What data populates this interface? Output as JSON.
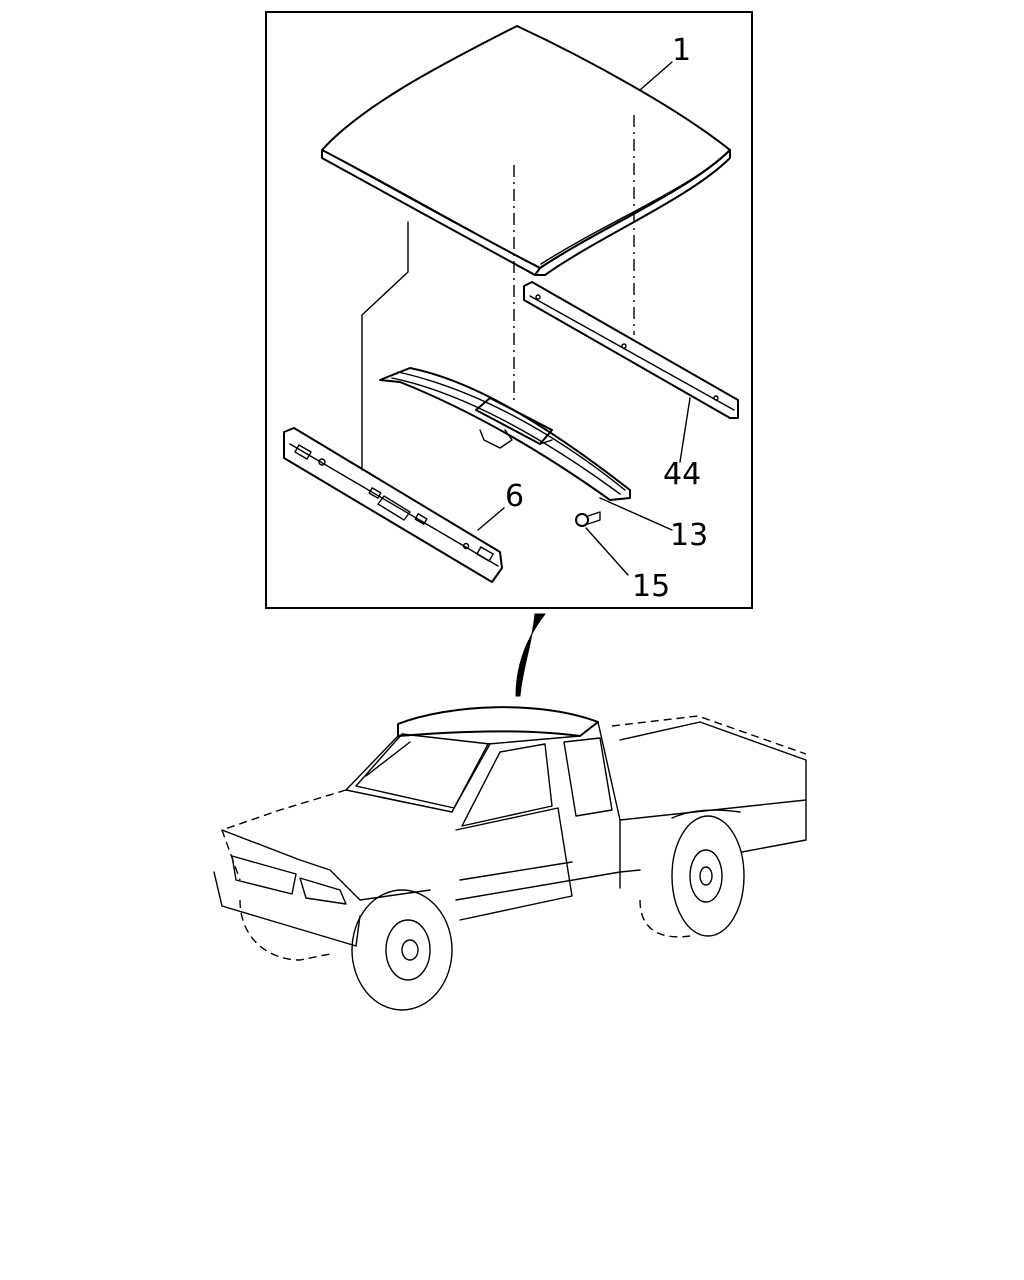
{
  "callouts": {
    "roof_panel": "1",
    "front_header_rail": "6",
    "center_roof_bow": "13",
    "rear_header_rail": "44",
    "fastener": "15"
  },
  "colors": {
    "line": "#000000",
    "background": "#ffffff"
  }
}
